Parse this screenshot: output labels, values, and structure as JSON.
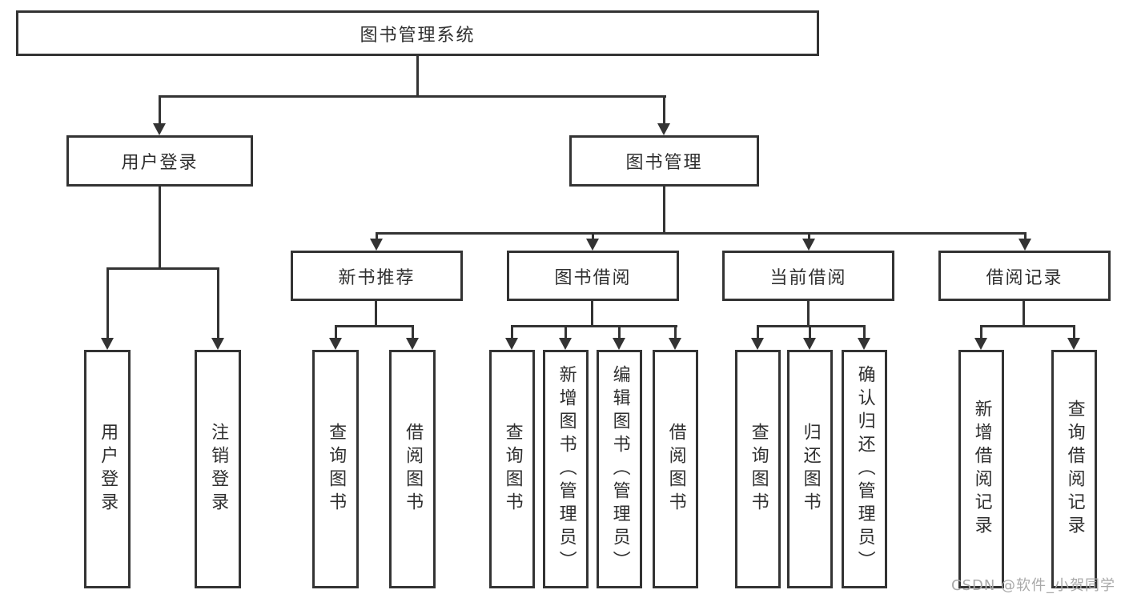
{
  "tree": {
    "label": "图书管理系统",
    "children": [
      {
        "label": "用户登录",
        "children": [
          {
            "label": "用户登录"
          },
          {
            "label": "注销登录"
          }
        ]
      },
      {
        "label": "图书管理",
        "children": [
          {
            "label": "新书推荐",
            "children": [
              {
                "label": "查询图书"
              },
              {
                "label": "借阅图书"
              }
            ]
          },
          {
            "label": "图书借阅",
            "children": [
              {
                "label": "查询图书"
              },
              {
                "label": "新增图书（管理员）"
              },
              {
                "label": "编辑图书（管理员）"
              },
              {
                "label": "借阅图书"
              }
            ]
          },
          {
            "label": "当前借阅",
            "children": [
              {
                "label": "查询图书"
              },
              {
                "label": "归还图书"
              },
              {
                "label": "确认归还（管理员）"
              }
            ]
          },
          {
            "label": "借阅记录",
            "children": [
              {
                "label": "新增借阅记录"
              },
              {
                "label": "查询借阅记录"
              }
            ]
          }
        ]
      }
    ]
  },
  "watermark": "CSDN @软件_小贺同学",
  "colors": {
    "line": "#333333",
    "text": "#2f2f2f",
    "watermark": "#a9a9a9",
    "background": "#ffffff"
  }
}
